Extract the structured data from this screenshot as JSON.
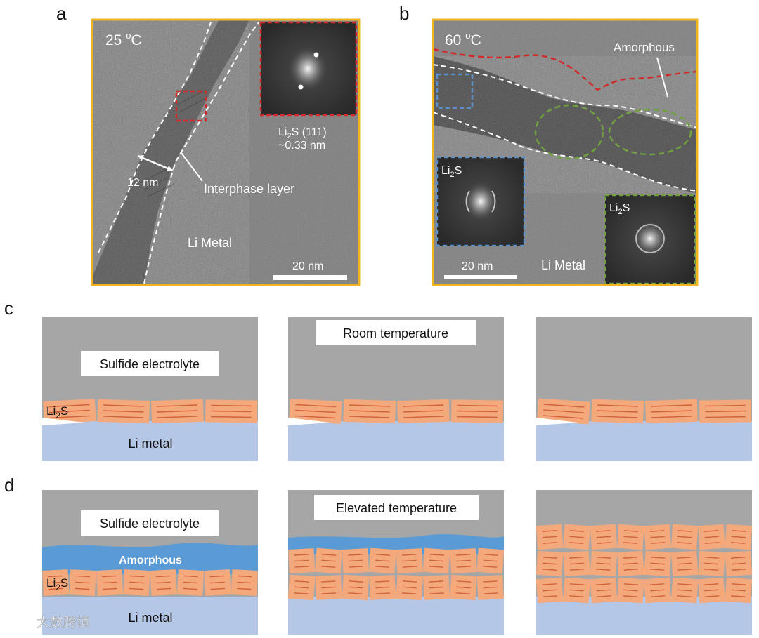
{
  "panel_letters": {
    "a": "a",
    "b": "b",
    "c": "c",
    "d": "d"
  },
  "colors": {
    "frame": "#f2b41e",
    "electrolyte": "#a6a6a6",
    "li2s_block": "#f4a97c",
    "li2s_line": "#d2603a",
    "li_metal": "#b4c7e7",
    "amorphous": "#5b9bd5",
    "fft_red": "#d22b2b",
    "fft_blue": "#5b8fc7",
    "fft_green": "#70a040"
  },
  "panel_a": {
    "temp_value": "25 ",
    "temp_sup": "o",
    "temp_unit": "C",
    "fft_label_main": "Li",
    "fft_label_sub": "2",
    "fft_label_rest": "S (111)",
    "fft_spacing": "~0.33 nm",
    "thickness": "12 nm",
    "interphase": "Interphase  layer",
    "metal": "Li Metal",
    "scale": "20 nm"
  },
  "panel_b": {
    "temp_value": "60 ",
    "temp_sup": "o",
    "temp_unit": "C",
    "amorphous": "Amorphous",
    "inset1_main": "Li",
    "inset1_sub": "2",
    "inset1_rest": "S",
    "inset2_main": "Li",
    "inset2_sub": "2",
    "inset2_rest": "S",
    "scale": "20 nm",
    "metal": "Li Metal"
  },
  "panel_c": {
    "electrolyte_label": "Sulfide electrolyte",
    "condition": "Room temperature",
    "li2s_main": "Li",
    "li2s_sub": "2",
    "li2s_rest": "S",
    "metal_label": "Li metal"
  },
  "panel_d": {
    "electrolyte_label": "Sulfide electrolyte",
    "condition": "Elevated temperature",
    "amorphous_label": "Amorphous",
    "li2s_main": "Li",
    "li2s_sub": "2",
    "li2s_rest": "S",
    "metal_label": "Li metal"
  },
  "watermark": "大数跨境"
}
